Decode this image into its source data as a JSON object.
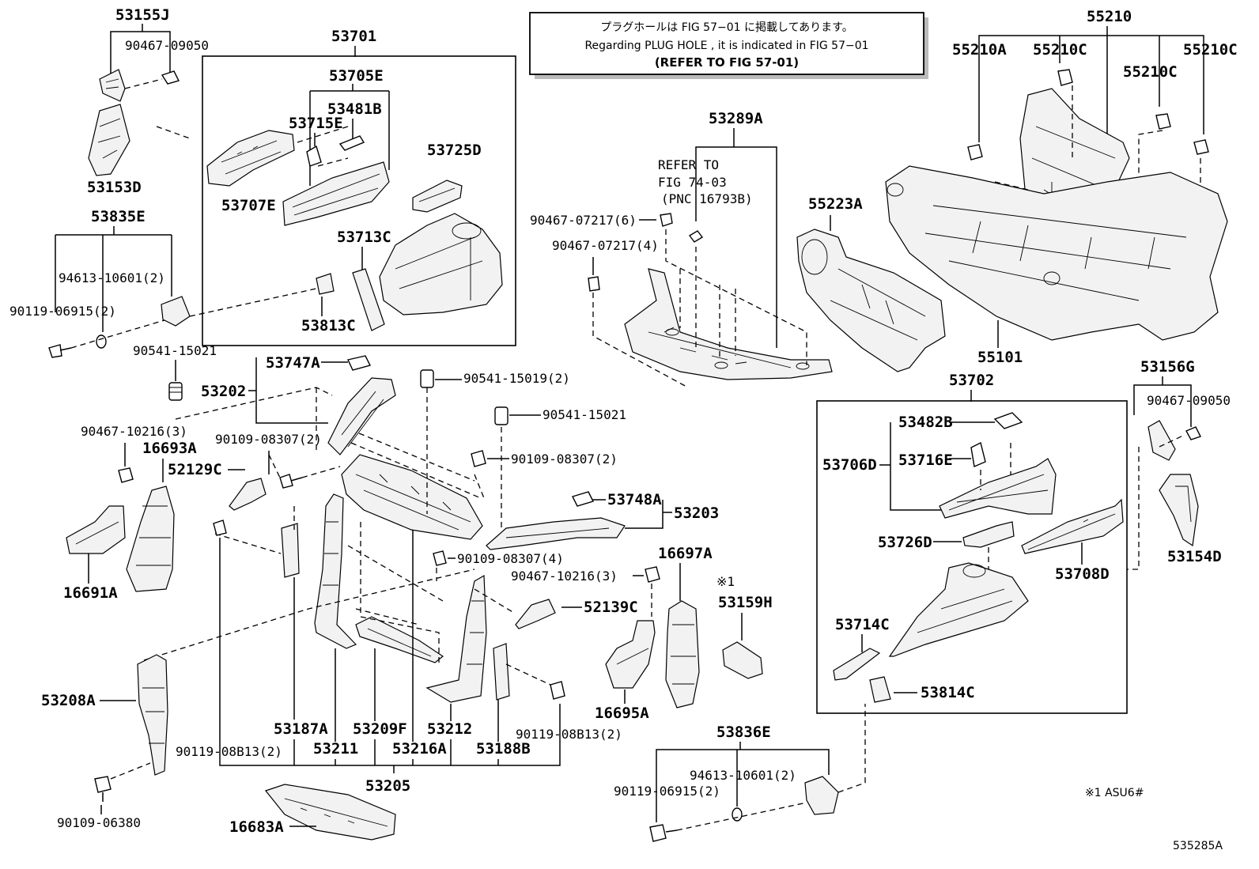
{
  "note_box": {
    "line1": "プラグホールは FIG 57−01 に掲載してあります。",
    "line2": "Regarding PLUG HOLE , it is indicated in FIG 57−01",
    "line3": "(REFER TO FIG 57-01)"
  },
  "refer": {
    "line1": "REFER TO",
    "line2": "FIG 74-03",
    "line3": "(PNC 16793B)"
  },
  "footnote": "※1 ASU6#",
  "footnote_mark": "※1",
  "figure_code": "535285A",
  "labels": {
    "p53155J": "53155J",
    "p90467_09050_a": "90467-09050",
    "p53153D": "53153D",
    "p53835E": "53835E",
    "p94613_10601_a": "94613-10601(2)",
    "p90119_06915_a": "90119-06915(2)",
    "p90541_15021_a": "90541-15021",
    "p53701": "53701",
    "p53705E": "53705E",
    "p53481B": "53481B",
    "p53715E": "53715E",
    "p53725D": "53725D",
    "p53707E": "53707E",
    "p53713C": "53713C",
    "p53813C": "53813C",
    "p53289A": "53289A",
    "p90467_07217_6": "90467-07217(6)",
    "p90467_07217_4": "90467-07217(4)",
    "p55223A": "55223A",
    "p55210": "55210",
    "p55210A": "55210A",
    "p55210C_a": "55210C",
    "p55210C_b": "55210C",
    "p55210C_c": "55210C",
    "p55101": "55101",
    "p53702": "53702",
    "p53156G": "53156G",
    "p90467_09050_b": "90467-09050",
    "p53482B": "53482B",
    "p53716E": "53716E",
    "p53706D": "53706D",
    "p53726D": "53726D",
    "p53708D": "53708D",
    "p53154D": "53154D",
    "p53714C": "53714C",
    "p53814C": "53814C",
    "p53747A": "53747A",
    "p53202": "53202",
    "p90541_15019": "90541-15019(2)",
    "p90541_15021_b": "90541-15021",
    "p90467_10216_a": "90467-10216(3)",
    "p16693A": "16693A",
    "p90109_08307_2a": "90109-08307(2)",
    "p52129C": "52129C",
    "p90109_08307_2b": "90109-08307(2)",
    "p53748A": "53748A",
    "p53203": "53203",
    "p16691A": "16691A",
    "p90109_08307_4": "90109-08307(4)",
    "p90467_10216_b": "90467-10216(3)",
    "p16697A": "16697A",
    "p52139C": "52139C",
    "p53159H": "53159H",
    "p16695A": "16695A",
    "p53208A": "53208A",
    "p53187A": "53187A",
    "p53209F": "53209F",
    "p53212": "53212",
    "p90119_08B13_a": "90119-08B13(2)",
    "p90119_08B13_b": "90119-08B13(2)",
    "p53211": "53211",
    "p53216A": "53216A",
    "p53188B": "53188B",
    "p53205": "53205",
    "p90109_06380": "90109-06380",
    "p16683A": "16683A",
    "p53836E": "53836E",
    "p94613_10601_b": "94613-10601(2)",
    "p90119_06915_b": "90119-06915(2)"
  }
}
